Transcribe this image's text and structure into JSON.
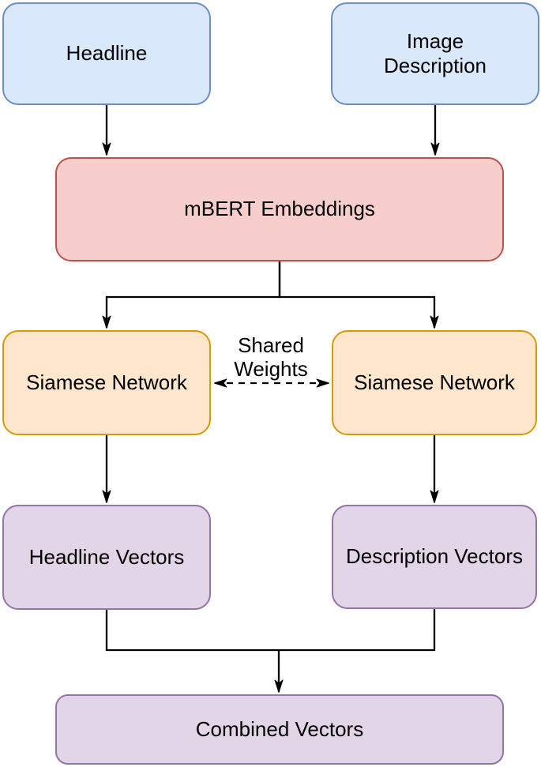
{
  "figure": {
    "type": "flowchart",
    "background": "#ffffff",
    "edge_color": "#000000",
    "nodes": {
      "headline": {
        "label": "Headline",
        "fill": "#dae8fc",
        "stroke": "#6c8ebf"
      },
      "image_description": {
        "label": "Image\nDescription",
        "fill": "#dae8fc",
        "stroke": "#6c8ebf"
      },
      "mbert_embeddings": {
        "label": "mBERT Embeddings",
        "fill": "#f8cecc",
        "stroke": "#b85450"
      },
      "siamese_network_left": {
        "label": "Siamese Network",
        "fill": "#ffe6cc",
        "stroke": "#d79b00"
      },
      "siamese_network_right": {
        "label": "Siamese Network",
        "fill": "#ffe6cc",
        "stroke": "#d79b00"
      },
      "headline_vectors": {
        "label": "Headline Vectors",
        "fill": "#e1d5e7",
        "stroke": "#9673a6"
      },
      "description_vectors": {
        "label": "Description Vectors",
        "fill": "#e1d5e7",
        "stroke": "#9673a6"
      },
      "combined_vectors": {
        "label": "Combined Vectors",
        "fill": "#e1d5e7",
        "stroke": "#9673a6"
      }
    },
    "edge_labels": {
      "shared_weights": "Shared\nWeights"
    },
    "connections": [
      {
        "from": "headline",
        "to": "mbert_embeddings",
        "style": "solid-arrow"
      },
      {
        "from": "image_description",
        "to": "mbert_embeddings",
        "style": "solid-arrow"
      },
      {
        "from": "mbert_embeddings",
        "to": "siamese_network_left",
        "style": "solid-arrow"
      },
      {
        "from": "mbert_embeddings",
        "to": "siamese_network_right",
        "style": "solid-arrow"
      },
      {
        "from": "siamese_network_left",
        "to": "siamese_network_right",
        "style": "dashed-double-arrow",
        "label": "Shared\nWeights"
      },
      {
        "from": "siamese_network_left",
        "to": "headline_vectors",
        "style": "solid-arrow"
      },
      {
        "from": "siamese_network_right",
        "to": "description_vectors",
        "style": "solid-arrow"
      },
      {
        "from": "headline_vectors",
        "to": "combined_vectors",
        "style": "solid-arrow"
      },
      {
        "from": "description_vectors",
        "to": "combined_vectors",
        "style": "solid-arrow"
      }
    ]
  }
}
